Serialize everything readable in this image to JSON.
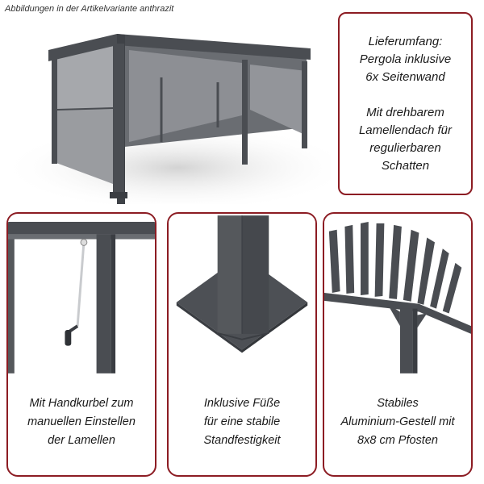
{
  "header": {
    "caption": "Abbildungen in der Artikelvariante anthrazit"
  },
  "info": {
    "lines_block1": [
      "Lieferumfang:",
      "Pergola inklusive",
      "6x Seitenwand"
    ],
    "lines_block2": [
      "Mit drehbarem",
      "Lamellendach für",
      "regulierbaren",
      "Schatten"
    ]
  },
  "panels": [
    {
      "lines": [
        "Mit Handkurbel zum",
        "manuellen Einstellen",
        "der Lamellen"
      ]
    },
    {
      "lines": [
        "Inklusive Füße",
        "für eine stabile",
        "Standfestigkeit"
      ]
    },
    {
      "lines": [
        "Stabiles",
        "Aluminium-Gestell mit",
        "8x8 cm Pfosten"
      ]
    }
  ],
  "colors": {
    "border": "#8c1c23",
    "frame": "#4a4d52",
    "wall": "#8f9196"
  }
}
